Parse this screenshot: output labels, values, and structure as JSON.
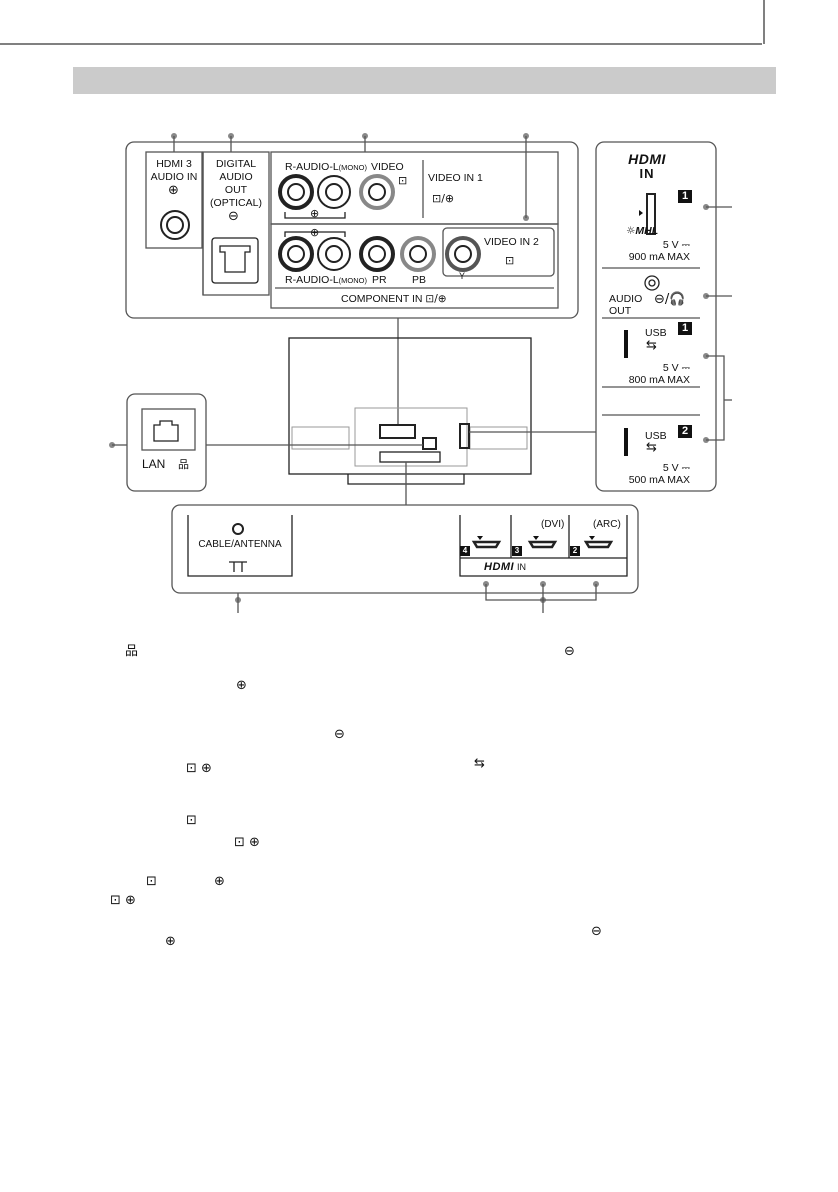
{
  "hdmi3": {
    "line1": "HDMI 3",
    "line2": "AUDIO IN"
  },
  "optical": {
    "line1": "DIGITAL",
    "line2": "AUDIO",
    "line3": "OUT",
    "line4": "(OPTICAL)"
  },
  "av_top": {
    "audio_label": "R-AUDIO-L",
    "mono": "(MONO)",
    "video_label": "VIDEO"
  },
  "video_in1": "VIDEO IN 1",
  "video_in2": "VIDEO IN 2",
  "component": {
    "audio_label": "R-AUDIO-L",
    "mono": "(MONO)",
    "pr": "PR",
    "pb": "PB",
    "y": "Y",
    "title": "COMPONENT IN"
  },
  "right_panel": {
    "hdmi_logo": "HDMI",
    "hdmi_in": "IN",
    "hdmi_port_num": "1",
    "mhl": "MHL",
    "hdmi_power1": "5 V",
    "hdmi_power2": "900 mA MAX",
    "audio_out1": "AUDIO",
    "audio_out2": "OUT",
    "usb1_label": "USB",
    "usb1_num": "1",
    "usb1_power1": "5 V",
    "usb1_power2": "800 mA MAX",
    "usb2_label": "USB",
    "usb2_num": "2",
    "usb2_power1": "5 V",
    "usb2_power2": "500 mA MAX"
  },
  "lan": {
    "label": "LAN"
  },
  "bottom": {
    "cable": "CABLE/ANTENNA",
    "dvi": "(DVI)",
    "arc": "(ARC)",
    "port4": "4",
    "port3": "3",
    "port2": "2",
    "hdmi_logo": "HDMI",
    "hdmi_in": "IN"
  }
}
